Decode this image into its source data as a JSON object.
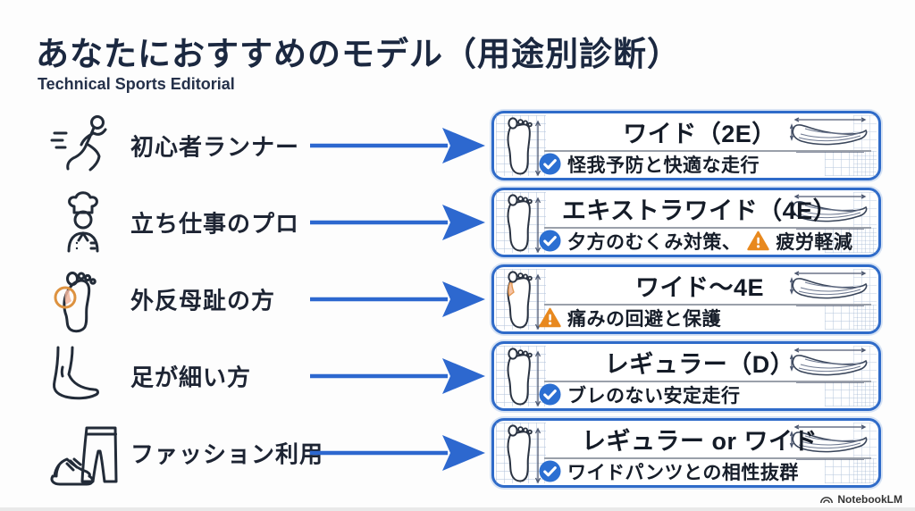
{
  "header": {
    "title": "あなたにおすすめのモデル（用途別診断）",
    "subtitle": "Technical Sports Editorial"
  },
  "rows": [
    {
      "icon": "runner-icon",
      "label": "初心者ランナー",
      "card": {
        "title": "ワイド（2E）",
        "benefits": [
          {
            "type": "check",
            "text": "怪我予防と快適な走行"
          }
        ]
      }
    },
    {
      "icon": "chef-icon",
      "label": "立ち仕事のプロ",
      "card": {
        "title": "エキストラワイド（4E）",
        "benefits": [
          {
            "type": "check",
            "text": "夕方のむくみ対策、"
          },
          {
            "type": "warning",
            "text": "疲労軽減"
          }
        ]
      }
    },
    {
      "icon": "bunion-foot-icon",
      "label": "外反母趾の方",
      "card": {
        "title": "ワイド～4E",
        "benefits": [
          {
            "type": "warning",
            "text": "痛みの回避と保護"
          }
        ]
      }
    },
    {
      "icon": "slim-foot-icon",
      "label": "足が細い方",
      "card": {
        "title": "レギュラー（D）",
        "benefits": [
          {
            "type": "check",
            "text": "ブレのない安定走行"
          }
        ]
      }
    },
    {
      "icon": "sneaker-pants-icon",
      "label": "ファッション利用",
      "card": {
        "title": "レギュラー or ワイド",
        "benefits": [
          {
            "type": "check",
            "text": "ワイドパンツとの相性抜群"
          }
        ]
      }
    }
  ],
  "footer": {
    "brand": "NotebookLM"
  },
  "colors": {
    "title_text": "#1b2840",
    "arrow_blue": "#2d68cf",
    "card_border": "#2f6bc9",
    "check_blue": "#2b6fd2",
    "warning_orange": "#e8891f",
    "bunion_highlight": "#dd9240"
  }
}
